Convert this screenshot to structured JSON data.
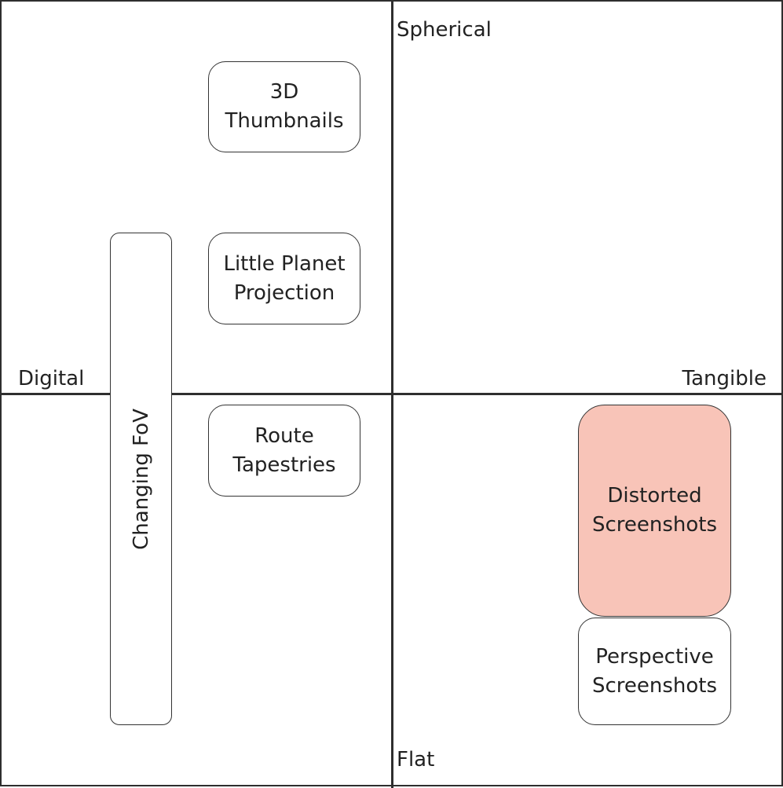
{
  "axes": {
    "top": "Spherical",
    "bottom": "Flat",
    "left": "Digital",
    "right": "Tangible"
  },
  "nodes": {
    "thumbnails_3d": {
      "line1": "3D",
      "line2": "Thumbnails"
    },
    "little_planet": {
      "line1": "Little Planet",
      "line2": "Projection"
    },
    "route_tapestries": {
      "line1": "Route",
      "line2": "Tapestries"
    },
    "changing_fov": {
      "label": "Changing FoV"
    },
    "distorted_screenshots": {
      "line1": "Distorted",
      "line2": "Screenshots"
    },
    "perspective_screenshots": {
      "line1": "Perspective",
      "line2": "Screenshots"
    }
  },
  "colors": {
    "highlight_fill": "#f8c4b8",
    "line": "#2e2e2e"
  }
}
